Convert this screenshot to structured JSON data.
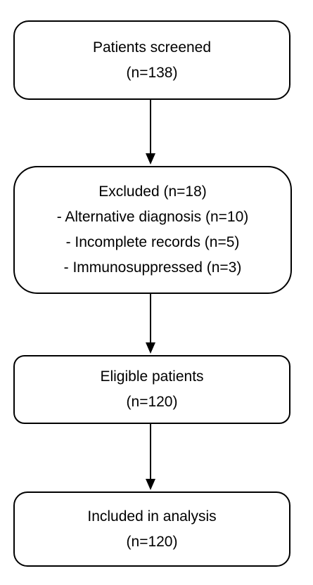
{
  "flowchart": {
    "screened": {
      "title": "Patients screened",
      "count": "(n=138)"
    },
    "excluded": {
      "title": "Excluded (n=18)",
      "reasons": [
        "- Alternative diagnosis (n=10)",
        "- Incomplete records (n=5)",
        "- Immunosuppressed (n=3)"
      ]
    },
    "eligible": {
      "title": "Eligible patients",
      "count": "(n=120)"
    },
    "included": {
      "title": "Included in analysis",
      "count": "(n=120)"
    }
  },
  "colors": {
    "stroke": "#000000",
    "fill": "#ffffff"
  }
}
